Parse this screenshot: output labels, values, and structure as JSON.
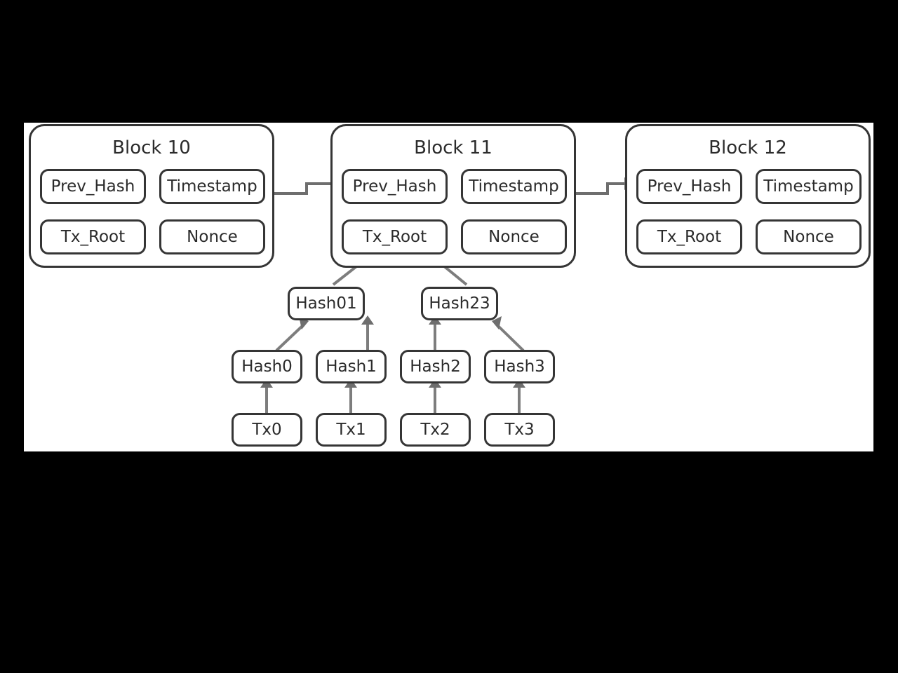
{
  "canvas": {
    "background": "#ffffff",
    "page_background": "#000000",
    "border_color": "#353535",
    "arrow_color": "#7d7d7d"
  },
  "blocks": [
    {
      "title": "Block 10",
      "fields": [
        {
          "label": "Prev_Hash"
        },
        {
          "label": "Timestamp"
        },
        {
          "label": "Tx_Root"
        },
        {
          "label": "Nonce"
        }
      ]
    },
    {
      "title": "Block 11",
      "fields": [
        {
          "label": "Prev_Hash"
        },
        {
          "label": "Timestamp"
        },
        {
          "label": "Tx_Root"
        },
        {
          "label": "Nonce"
        }
      ]
    },
    {
      "title": "Block 12",
      "fields": [
        {
          "label": "Prev_Hash"
        },
        {
          "label": "Timestamp"
        },
        {
          "label": "Tx_Root"
        },
        {
          "label": "Nonce"
        }
      ]
    }
  ],
  "merkle": {
    "internal_nodes": [
      {
        "label": "Hash01"
      },
      {
        "label": "Hash23"
      }
    ],
    "leaf_hashes": [
      {
        "label": "Hash0"
      },
      {
        "label": "Hash1"
      },
      {
        "label": "Hash2"
      },
      {
        "label": "Hash3"
      }
    ],
    "transactions": [
      {
        "label": "Tx0"
      },
      {
        "label": "Tx1"
      },
      {
        "label": "Tx2"
      },
      {
        "label": "Tx3"
      }
    ]
  }
}
